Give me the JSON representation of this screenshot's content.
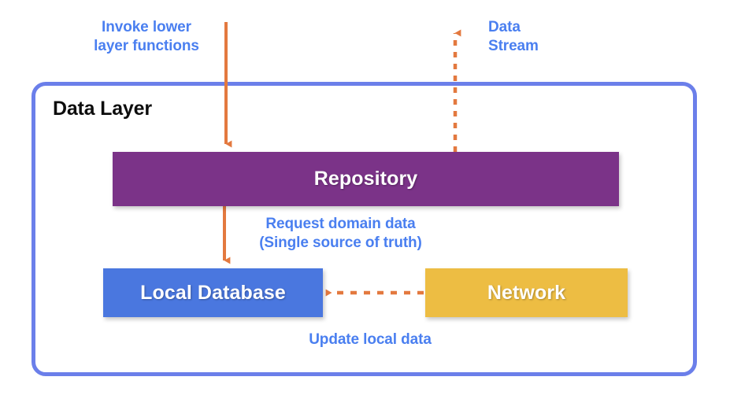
{
  "diagram": {
    "title": "Data Layer",
    "container": {
      "label": "Data Layer",
      "border_color": "#6b7fea",
      "background": "#ffffff"
    },
    "boxes": [
      {
        "id": "repository",
        "label": "Repository",
        "color": "#7b3388",
        "text_color": "#ffffff"
      },
      {
        "id": "local_db",
        "label": "Local Database",
        "color": "#4a77df",
        "text_color": "#ffffff"
      },
      {
        "id": "network",
        "label": "Network",
        "color": "#edbd43",
        "text_color": "#ffffff"
      }
    ],
    "annotations": [
      {
        "id": "invoke",
        "text": "Invoke lower\nlayer functions",
        "color": "#4a7ff0"
      },
      {
        "id": "data_stream",
        "text": "Data\nStream",
        "color": "#4a7ff0"
      },
      {
        "id": "request_domain",
        "text": "Request domain data\n(Single source of truth)",
        "color": "#4a7ff0"
      },
      {
        "id": "update_local",
        "text": "Update local data",
        "color": "#4a7ff0"
      }
    ],
    "arrows": [
      {
        "id": "invoke-arrow",
        "style": "solid",
        "direction": "down",
        "color": "#e3793f",
        "from": "top",
        "to": "repository"
      },
      {
        "id": "data-stream-arrow",
        "style": "dashed",
        "direction": "up",
        "color": "#e3793f",
        "from": "repository",
        "to": "top"
      },
      {
        "id": "request-arrow",
        "style": "solid",
        "direction": "down",
        "color": "#e3793f",
        "from": "repository",
        "to": "local_db"
      },
      {
        "id": "update-arrow",
        "style": "dashed",
        "direction": "left",
        "color": "#e3793f",
        "from": "network",
        "to": "local_db"
      }
    ],
    "accent_color": "#e3793f"
  }
}
